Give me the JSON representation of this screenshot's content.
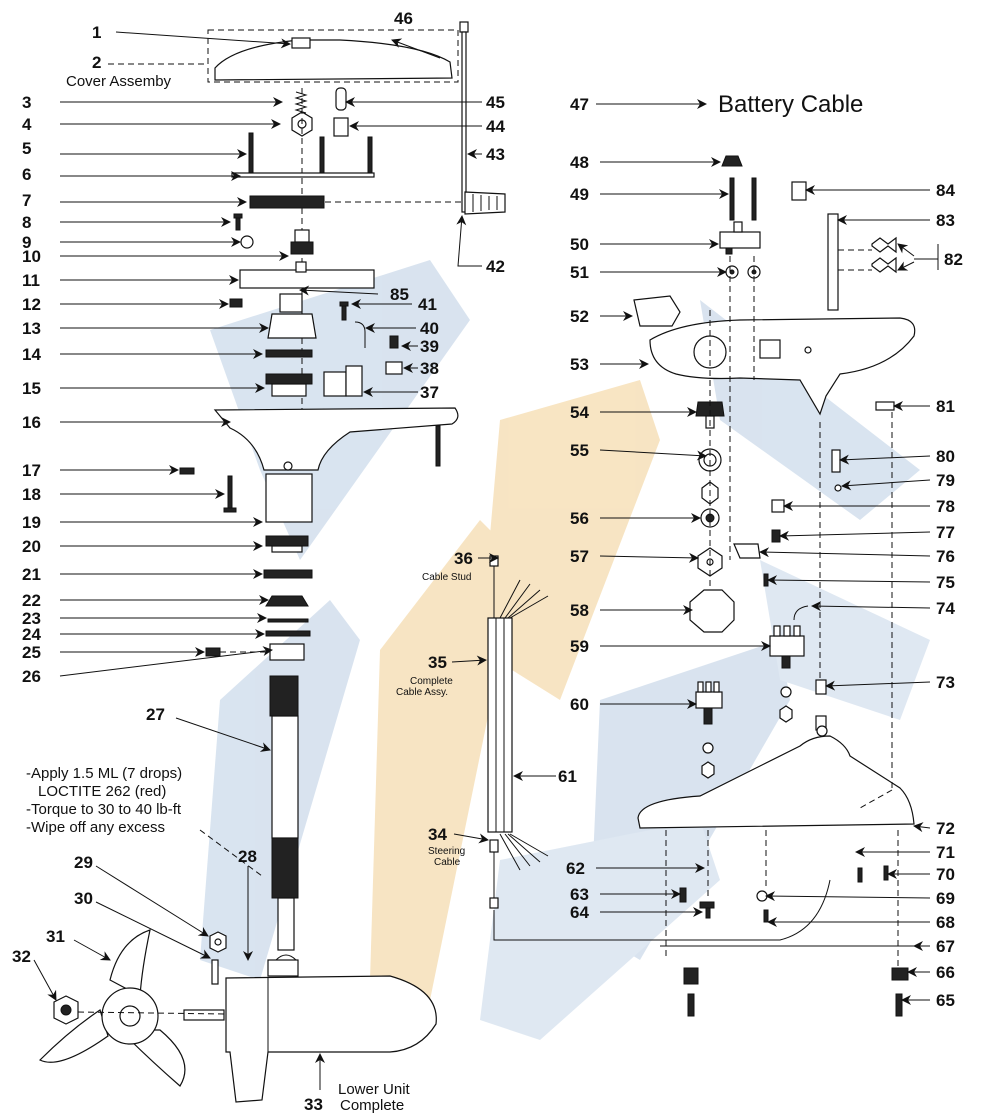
{
  "colors": {
    "ink": "#111111",
    "watermark_blue": "#c9d8ea",
    "watermark_orange": "#f6dfb5",
    "background": "#ffffff"
  },
  "labels": {
    "n1": "1",
    "n2": "2",
    "n3": "3",
    "n4": "4",
    "n5": "5",
    "n6": "6",
    "n7": "7",
    "n8": "8",
    "n9": "9",
    "n10": "10",
    "n11": "11",
    "n12": "12",
    "n13": "13",
    "n14": "14",
    "n15": "15",
    "n16": "16",
    "n17": "17",
    "n18": "18",
    "n19": "19",
    "n20": "20",
    "n21": "21",
    "n22": "22",
    "n23": "23",
    "n24": "24",
    "n25": "25",
    "n26": "26",
    "n27": "27",
    "n28": "28",
    "n29": "29",
    "n30": "30",
    "n31": "31",
    "n32": "32",
    "n33": "33",
    "n34": "34",
    "n35": "35",
    "n36": "36",
    "n37": "37",
    "n38": "38",
    "n39": "39",
    "n40": "40",
    "n41": "41",
    "n42": "42",
    "n43": "43",
    "n44": "44",
    "n45": "45",
    "n46": "46",
    "n47": "47",
    "n48": "48",
    "n49": "49",
    "n50": "50",
    "n51": "51",
    "n52": "52",
    "n53": "53",
    "n54": "54",
    "n55": "55",
    "n56": "56",
    "n57": "57",
    "n58": "58",
    "n59": "59",
    "n60": "60",
    "n61": "61",
    "n62": "62",
    "n63": "63",
    "n64": "64",
    "n65": "65",
    "n66": "66",
    "n67": "67",
    "n68": "68",
    "n69": "69",
    "n70": "70",
    "n71": "71",
    "n72": "72",
    "n73": "73",
    "n74": "74",
    "n75": "75",
    "n76": "76",
    "n77": "77",
    "n78": "78",
    "n79": "79",
    "n80": "80",
    "n81": "81",
    "n82": "82",
    "n83": "83",
    "n84": "84",
    "n85": "85"
  },
  "captions": {
    "cover_assembly": "Cover Assemby",
    "battery_cable": "Battery Cable",
    "cable_stud": "Cable Stud",
    "complete_cable_1": "Complete",
    "complete_cable_2": "Cable Assy.",
    "steering_cable_1": "Steering",
    "steering_cable_2": "Cable",
    "lower_unit_1": "Lower Unit",
    "lower_unit_2": "Complete",
    "note_1": "-Apply 1.5 ML (7 drops)",
    "note_2": "LOCTITE 262 (red)",
    "note_3": "-Torque to 30 to 40 lb-ft",
    "note_4": "-Wipe off any excess"
  }
}
